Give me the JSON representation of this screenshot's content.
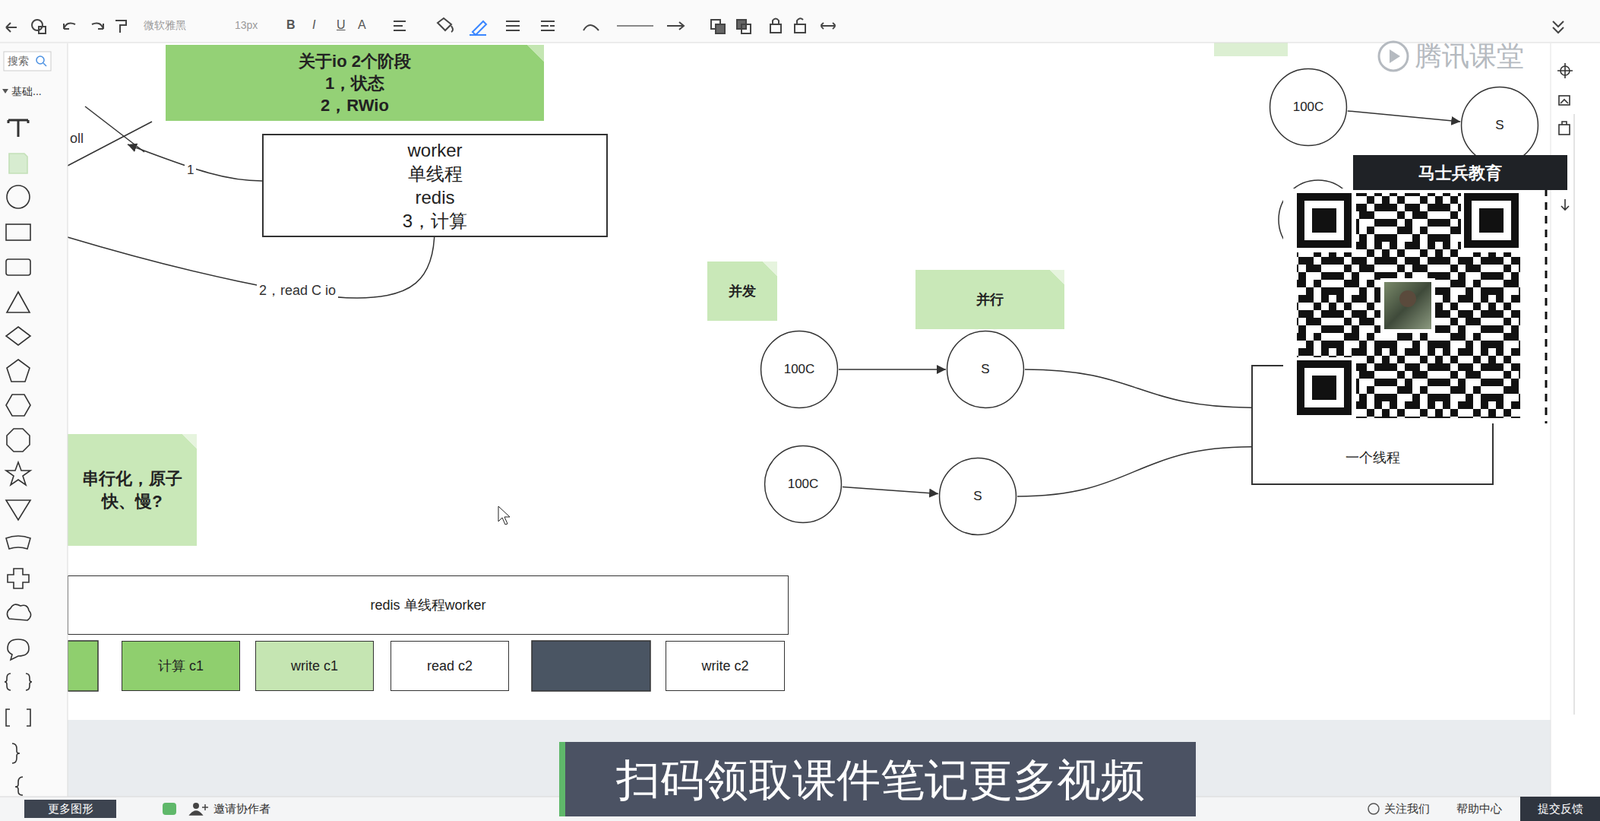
{
  "diagram": {
    "nodes": [
      {
        "text": [
          "关于io 2个阶段",
          "1，状态",
          "2，RWio"
        ]
      },
      {
        "text": [
          "worker",
          "单线程",
          "redis",
          "3，计算"
        ]
      },
      {
        "text": [
          "并发"
        ]
      },
      {
        "text": [
          "并行"
        ]
      },
      {
        "text": [
          "100C"
        ]
      },
      {
        "text": [
          "S"
        ]
      },
      {
        "text": [
          "100C"
        ]
      },
      {
        "text": [
          "S"
        ]
      },
      {
        "text": [
          "100C"
        ]
      },
      {
        "text": [
          "S"
        ]
      },
      {
        "text": [
          "一个线程"
        ]
      },
      {
        "text": [
          "串行化，原子",
          "快、慢?"
        ]
      },
      {
        "text": [
          "redis 单线程worker"
        ]
      },
      {
        "text": [
          "计算 c1"
        ]
      },
      {
        "text": [
          "write c1"
        ]
      },
      {
        "text": [
          "read c2"
        ]
      },
      {
        "text": [
          "write c2"
        ]
      }
    ],
    "edges": [
      {
        "from": 4,
        "to": 5,
        "arrow": "to"
      },
      {
        "from": 6,
        "to": 7,
        "arrow": "to"
      },
      {
        "from": 8,
        "to": 9,
        "arrow": "to"
      },
      {
        "from": 7,
        "to": 10,
        "arrow": "none"
      },
      {
        "from": 9,
        "to": 10,
        "arrow": "none"
      }
    ],
    "labels": [
      "微软雅黑",
      "13px",
      "B",
      "I",
      "U",
      "A",
      "搜索",
      "基础...",
      "oll",
      "1",
      "2，read C io",
      "马士兵教育",
      "腾讯课堂",
      "扫码领取课件笔记更多视频",
      "更多图形",
      "邀请协作者",
      "关注我们",
      "帮助中心",
      "提交反馈"
    ]
  }
}
